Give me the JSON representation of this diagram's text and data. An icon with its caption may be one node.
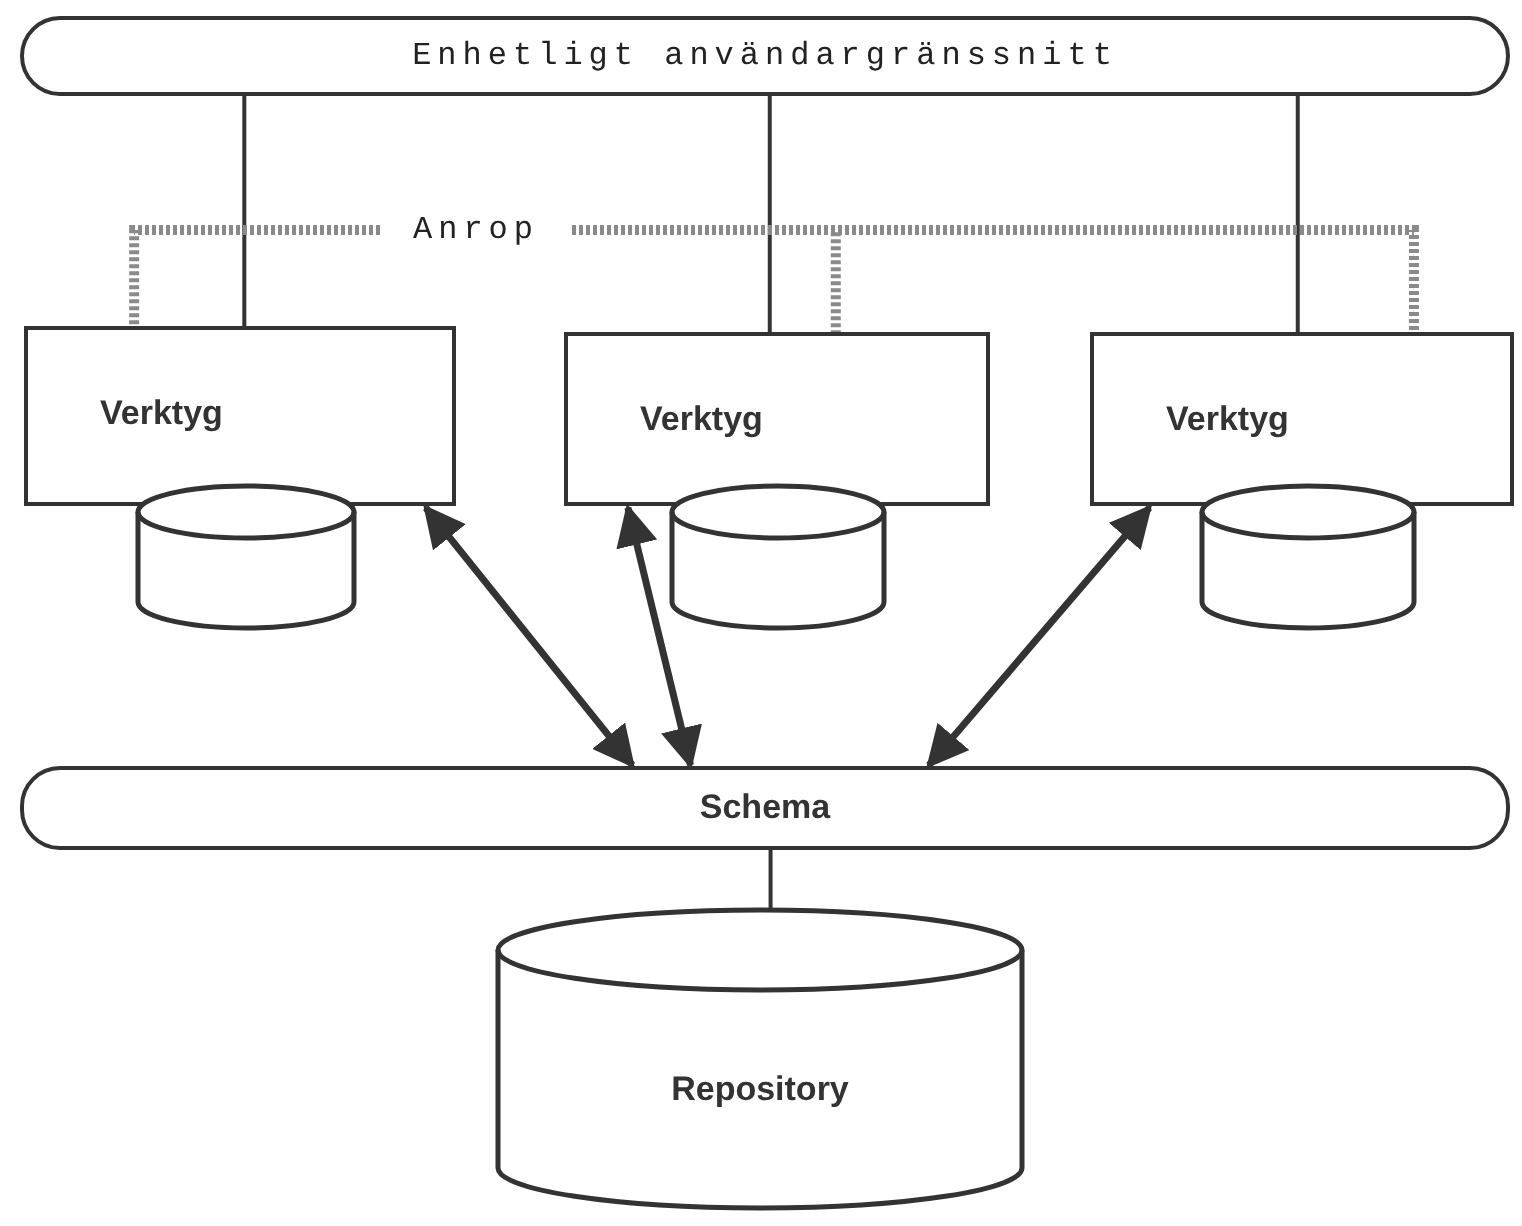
{
  "diagram": {
    "nodes": [
      {
        "text": [
          "Enhetligt användargränssnitt"
        ]
      },
      {
        "text": [
          "Anrop"
        ]
      },
      {
        "text": [
          "Verktyg"
        ]
      },
      {
        "text": [],
        "shape": "cylinder"
      },
      {
        "text": [
          "Verktyg"
        ]
      },
      {
        "text": [],
        "shape": "cylinder"
      },
      {
        "text": [
          "Verktyg"
        ]
      },
      {
        "text": [],
        "shape": "cylinder"
      },
      {
        "text": [
          "Schema"
        ]
      },
      {
        "text": [
          "Repository"
        ]
      }
    ],
    "edges": [
      {
        "from": 0,
        "to": 2,
        "arrow": "none"
      },
      {
        "from": 0,
        "to": 4,
        "arrow": "none"
      },
      {
        "from": 0,
        "to": 6,
        "arrow": "none"
      },
      {
        "from": 1,
        "to": 2,
        "arrow": "none",
        "style": "dashed",
        "color": "#8a8a8a"
      },
      {
        "from": 1,
        "to": 4,
        "arrow": "none",
        "style": "dashed",
        "color": "#8a8a8a"
      },
      {
        "from": 1,
        "to": 6,
        "arrow": "none",
        "style": "dashed",
        "color": "#8a8a8a"
      },
      {
        "from": 2,
        "to": 8,
        "arrow": "both"
      },
      {
        "from": 4,
        "to": 8,
        "arrow": "both"
      },
      {
        "from": 6,
        "to": 8,
        "arrow": "both"
      },
      {
        "from": 8,
        "to": 9,
        "arrow": "none"
      }
    ]
  }
}
